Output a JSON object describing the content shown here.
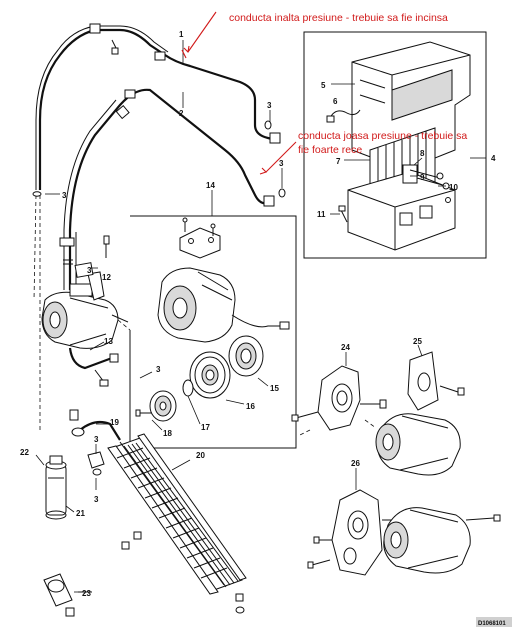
{
  "annotations": {
    "high_pressure": "conducta inalta presiune - trebuie sa fie incinsa",
    "low_pressure_line1": "conducta joasa presiune - trebuie sa",
    "low_pressure_line2": "fie foarte rece"
  },
  "callouts": {
    "c1": "1",
    "c2": "2",
    "c3a": "3",
    "c3b": "3",
    "c3c": "3",
    "c3d": "3",
    "c3e": "3",
    "c3f": "3",
    "c3g": "3",
    "c4": "4",
    "c5": "5",
    "c6": "6",
    "c7": "7",
    "c8": "8",
    "c9": "9",
    "c10": "10",
    "c11": "11",
    "c12": "12",
    "c13": "13",
    "c14": "14",
    "c15": "15",
    "c16": "16",
    "c17": "17",
    "c18": "18",
    "c19": "19",
    "c20": "20",
    "c21": "21",
    "c22": "22",
    "c23": "23",
    "c24": "24",
    "c25": "25",
    "c26": "26"
  },
  "drawing_code": "D1068101",
  "colors": {
    "annotation": "#d11a1a",
    "line": "#111111"
  }
}
